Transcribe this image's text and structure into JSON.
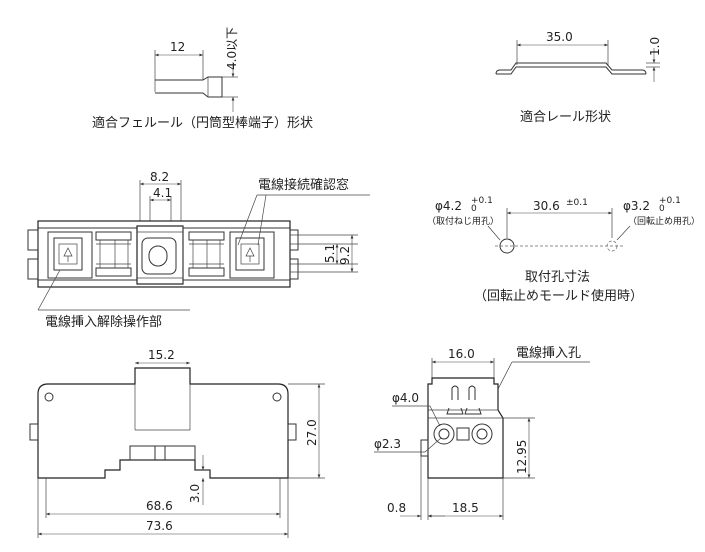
{
  "ferrule": {
    "dim_length": "12",
    "dim_dia": "4.0以下",
    "caption": "適合フェルール（円筒型棒端子）形状"
  },
  "rail": {
    "dim_width": "35.0",
    "dim_thick": "1.0",
    "caption": "適合レール形状"
  },
  "top_view": {
    "dim_8_2": "8.2",
    "dim_4_1": "4.1",
    "dim_5_1": "5.1",
    "dim_9_2": "9.2",
    "label_window": "電線接続確認窓",
    "label_release": "電線挿入解除操作部"
  },
  "mounting": {
    "hole_left": "φ4.2",
    "hole_left_tol_up": "+0.1",
    "hole_left_tol_down": "0",
    "hole_left_note": "（取付ねじ用孔）",
    "pitch": "30.6",
    "pitch_tol": "±0.1",
    "hole_right": "φ3.2",
    "hole_right_tol_up": "+0.1",
    "hole_right_tol_down": "0",
    "hole_right_note": "（回転止め用孔）",
    "caption_line1": "取付孔寸法",
    "caption_line2": "（回転止めモールド使用時）"
  },
  "front_view": {
    "dim_15_2": "15.2",
    "dim_27_0": "27.0",
    "dim_3_0": "3.0",
    "dim_68_6": "68.6",
    "dim_73_6": "73.6"
  },
  "side_view": {
    "dim_16_0": "16.0",
    "label_hole": "電線挿入孔",
    "dim_phi4": "φ4.0",
    "dim_phi2_3": "φ2.3",
    "dim_12_95": "12.95",
    "dim_0_8": "0.8",
    "dim_18_5": "18.5"
  }
}
